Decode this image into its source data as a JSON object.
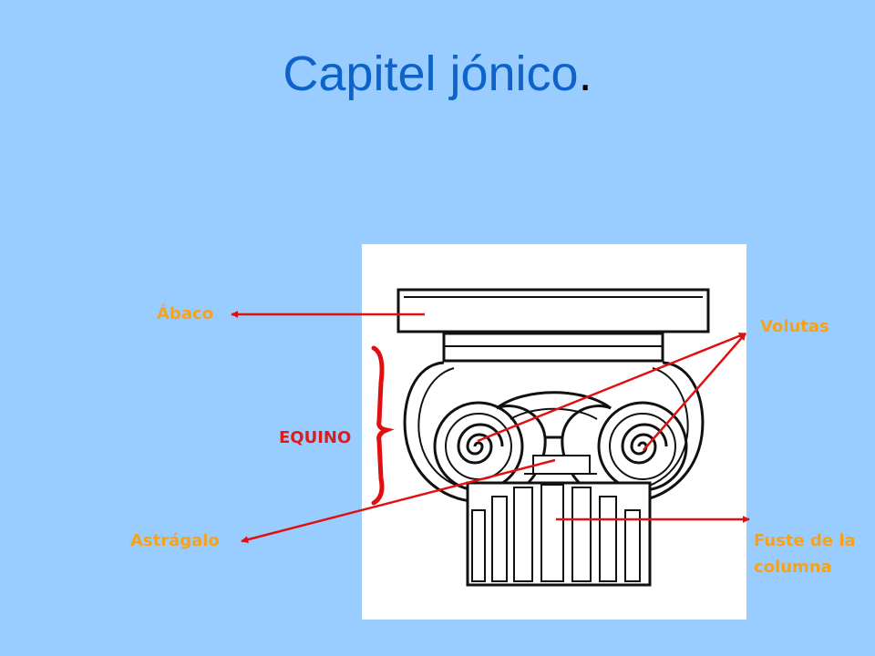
{
  "title": {
    "text": "Capitel jónico",
    "period": "."
  },
  "labels": {
    "abaco": "Ábaco",
    "volutas": "Volutas",
    "equino": "EQUINO",
    "astragalo": "Astrágalo",
    "fuste_line1": "Fuste de la",
    "fuste_line2": "columna"
  },
  "colors": {
    "background": "#99ccff",
    "title": "#0d63c9",
    "label_orange": "#f7a21b",
    "label_red": "#e11b1b",
    "arrow": "#e01010"
  }
}
